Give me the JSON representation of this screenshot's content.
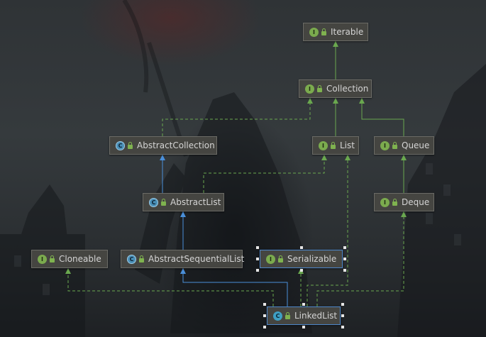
{
  "nodes": [
    {
      "name": "Iterable",
      "kind": "I"
    },
    {
      "name": "Collection",
      "kind": "I"
    },
    {
      "name": "AbstractCollection",
      "kind": "C"
    },
    {
      "name": "List",
      "kind": "I"
    },
    {
      "name": "Queue",
      "kind": "I"
    },
    {
      "name": "AbstractList",
      "kind": "C"
    },
    {
      "name": "Deque",
      "kind": "I"
    },
    {
      "name": "Cloneable",
      "kind": "I"
    },
    {
      "name": "AbstractSequentialList",
      "kind": "C"
    },
    {
      "name": "Serializable",
      "kind": "I"
    },
    {
      "name": "LinkedList",
      "kind": "C"
    }
  ],
  "edges": [
    {
      "from": "Collection",
      "to": "Iterable",
      "type": "extends-interface"
    },
    {
      "from": "List",
      "to": "Collection",
      "type": "extends-interface"
    },
    {
      "from": "Queue",
      "to": "Collection",
      "type": "extends-interface"
    },
    {
      "from": "AbstractCollection",
      "to": "Collection",
      "type": "implements"
    },
    {
      "from": "AbstractList",
      "to": "AbstractCollection",
      "type": "extends-class"
    },
    {
      "from": "AbstractList",
      "to": "List",
      "type": "implements"
    },
    {
      "from": "Deque",
      "to": "Queue",
      "type": "extends-interface"
    },
    {
      "from": "AbstractSequentialList",
      "to": "AbstractList",
      "type": "extends-class"
    },
    {
      "from": "LinkedList",
      "to": "AbstractSequentialList",
      "type": "extends-class"
    },
    {
      "from": "LinkedList",
      "to": "Cloneable",
      "type": "implements"
    },
    {
      "from": "LinkedList",
      "to": "Serializable",
      "type": "implements"
    },
    {
      "from": "LinkedList",
      "to": "List",
      "type": "implements"
    },
    {
      "from": "LinkedList",
      "to": "Deque",
      "type": "implements"
    }
  ],
  "colors": {
    "interface_edge": "#6aa84f",
    "class_edge": "#4a8fd9",
    "selection": "#4d86c9"
  },
  "selected_nodes": [
    "Serializable",
    "LinkedList"
  ],
  "icons": {
    "interface": "interface-icon",
    "class": "class-icon",
    "access": "public-access-icon"
  }
}
